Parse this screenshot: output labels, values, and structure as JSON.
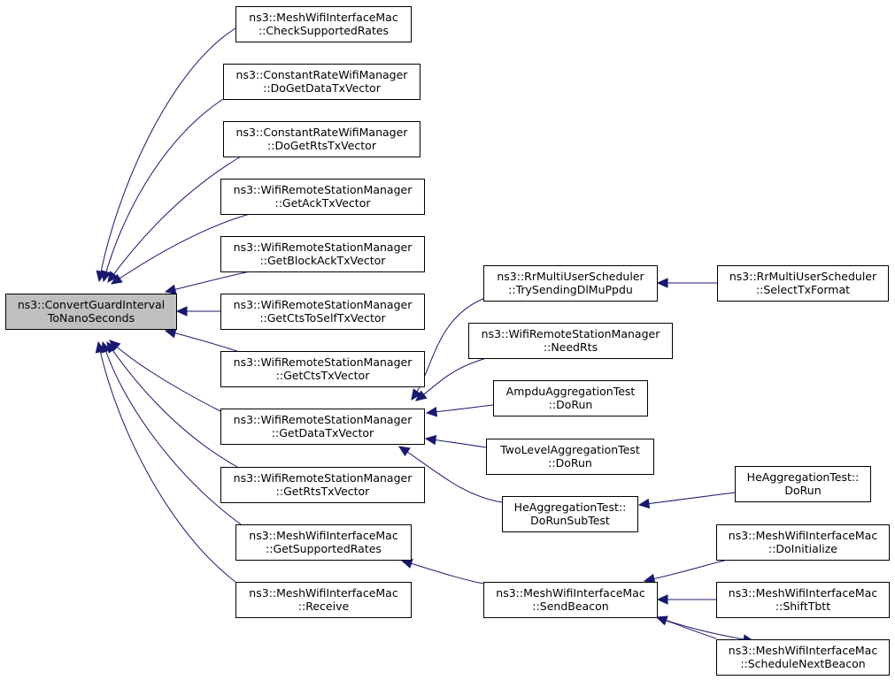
{
  "diagram": {
    "type": "doxygen-caller-graph",
    "nodes": [
      {
        "id": "root",
        "lines": [
          "ns3::ConvertGuardInterval",
          "ToNanoSeconds"
        ],
        "highlighted": true
      },
      {
        "id": "m_checksupp",
        "lines": [
          "ns3::MeshWifiInterfaceMac",
          "::CheckSupportedRates"
        ]
      },
      {
        "id": "crwm_data",
        "lines": [
          "ns3::ConstantRateWifiManager",
          "::DoGetDataTxVector"
        ]
      },
      {
        "id": "crwm_rts",
        "lines": [
          "ns3::ConstantRateWifiManager",
          "::DoGetRtsTxVector"
        ]
      },
      {
        "id": "wrsm_ack",
        "lines": [
          "ns3::WifiRemoteStationManager",
          "::GetAckTxVector"
        ]
      },
      {
        "id": "wrsm_back",
        "lines": [
          "ns3::WifiRemoteStationManager",
          "::GetBlockAckTxVector"
        ]
      },
      {
        "id": "wrsm_ctsself",
        "lines": [
          "ns3::WifiRemoteStationManager",
          "::GetCtsToSelfTxVector"
        ]
      },
      {
        "id": "wrsm_cts",
        "lines": [
          "ns3::WifiRemoteStationManager",
          "::GetCtsTxVector"
        ]
      },
      {
        "id": "wrsm_data",
        "lines": [
          "ns3::WifiRemoteStationManager",
          "::GetDataTxVector"
        ]
      },
      {
        "id": "wrsm_rts",
        "lines": [
          "ns3::WifiRemoteStationManager",
          "::GetRtsTxVector"
        ]
      },
      {
        "id": "m_getsupp",
        "lines": [
          "ns3::MeshWifiInterfaceMac",
          "::GetSupportedRates"
        ]
      },
      {
        "id": "m_receive",
        "lines": [
          "ns3::MeshWifiInterfaceMac",
          "::Receive"
        ]
      },
      {
        "id": "rr_try",
        "lines": [
          "ns3::RrMultiUserScheduler",
          "::TrySendingDlMuPpdu"
        ]
      },
      {
        "id": "wrsm_needrts",
        "lines": [
          "ns3::WifiRemoteStationManager",
          "::NeedRts"
        ]
      },
      {
        "id": "ampdu",
        "lines": [
          "AmpduAggregationTest",
          "::DoRun"
        ]
      },
      {
        "id": "twolevel",
        "lines": [
          "TwoLevelAggregationTest",
          "::DoRun"
        ]
      },
      {
        "id": "he_sub",
        "lines": [
          "HeAggregationTest::",
          "DoRunSubTest"
        ]
      },
      {
        "id": "m_sendbeacon",
        "lines": [
          "ns3::MeshWifiInterfaceMac",
          "::SendBeacon"
        ]
      },
      {
        "id": "rr_select",
        "lines": [
          "ns3::RrMultiUserScheduler",
          "::SelectTxFormat"
        ]
      },
      {
        "id": "he_run",
        "lines": [
          "HeAggregationTest::",
          "DoRun"
        ]
      },
      {
        "id": "m_doinit",
        "lines": [
          "ns3::MeshWifiInterfaceMac",
          "::DoInitialize"
        ]
      },
      {
        "id": "m_shift",
        "lines": [
          "ns3::MeshWifiInterfaceMac",
          "::ShiftTbtt"
        ]
      },
      {
        "id": "m_sched",
        "lines": [
          "ns3::MeshWifiInterfaceMac",
          "::ScheduleNextBeacon"
        ]
      }
    ],
    "edges": [
      {
        "from": "m_checksupp",
        "to": "root"
      },
      {
        "from": "crwm_data",
        "to": "root"
      },
      {
        "from": "crwm_rts",
        "to": "root"
      },
      {
        "from": "wrsm_ack",
        "to": "root"
      },
      {
        "from": "wrsm_back",
        "to": "root"
      },
      {
        "from": "wrsm_ctsself",
        "to": "root"
      },
      {
        "from": "wrsm_cts",
        "to": "root"
      },
      {
        "from": "wrsm_data",
        "to": "root"
      },
      {
        "from": "wrsm_rts",
        "to": "root"
      },
      {
        "from": "m_getsupp",
        "to": "root"
      },
      {
        "from": "m_receive",
        "to": "root"
      },
      {
        "from": "rr_try",
        "to": "wrsm_data"
      },
      {
        "from": "wrsm_needrts",
        "to": "wrsm_data"
      },
      {
        "from": "ampdu",
        "to": "wrsm_data"
      },
      {
        "from": "twolevel",
        "to": "wrsm_data"
      },
      {
        "from": "he_sub",
        "to": "wrsm_data"
      },
      {
        "from": "m_sendbeacon",
        "to": "m_getsupp"
      },
      {
        "from": "rr_select",
        "to": "rr_try"
      },
      {
        "from": "he_run",
        "to": "he_sub"
      },
      {
        "from": "m_doinit",
        "to": "m_sendbeacon"
      },
      {
        "from": "m_shift",
        "to": "m_sendbeacon"
      },
      {
        "from": "m_sched",
        "to": "m_sendbeacon"
      },
      {
        "from": "m_sendbeacon",
        "to": "m_sched"
      }
    ]
  },
  "colors": {
    "edge": "#191970",
    "node_border": "#000000",
    "node_fill": "#ffffff",
    "highlight_fill": "#bfbfbf"
  }
}
